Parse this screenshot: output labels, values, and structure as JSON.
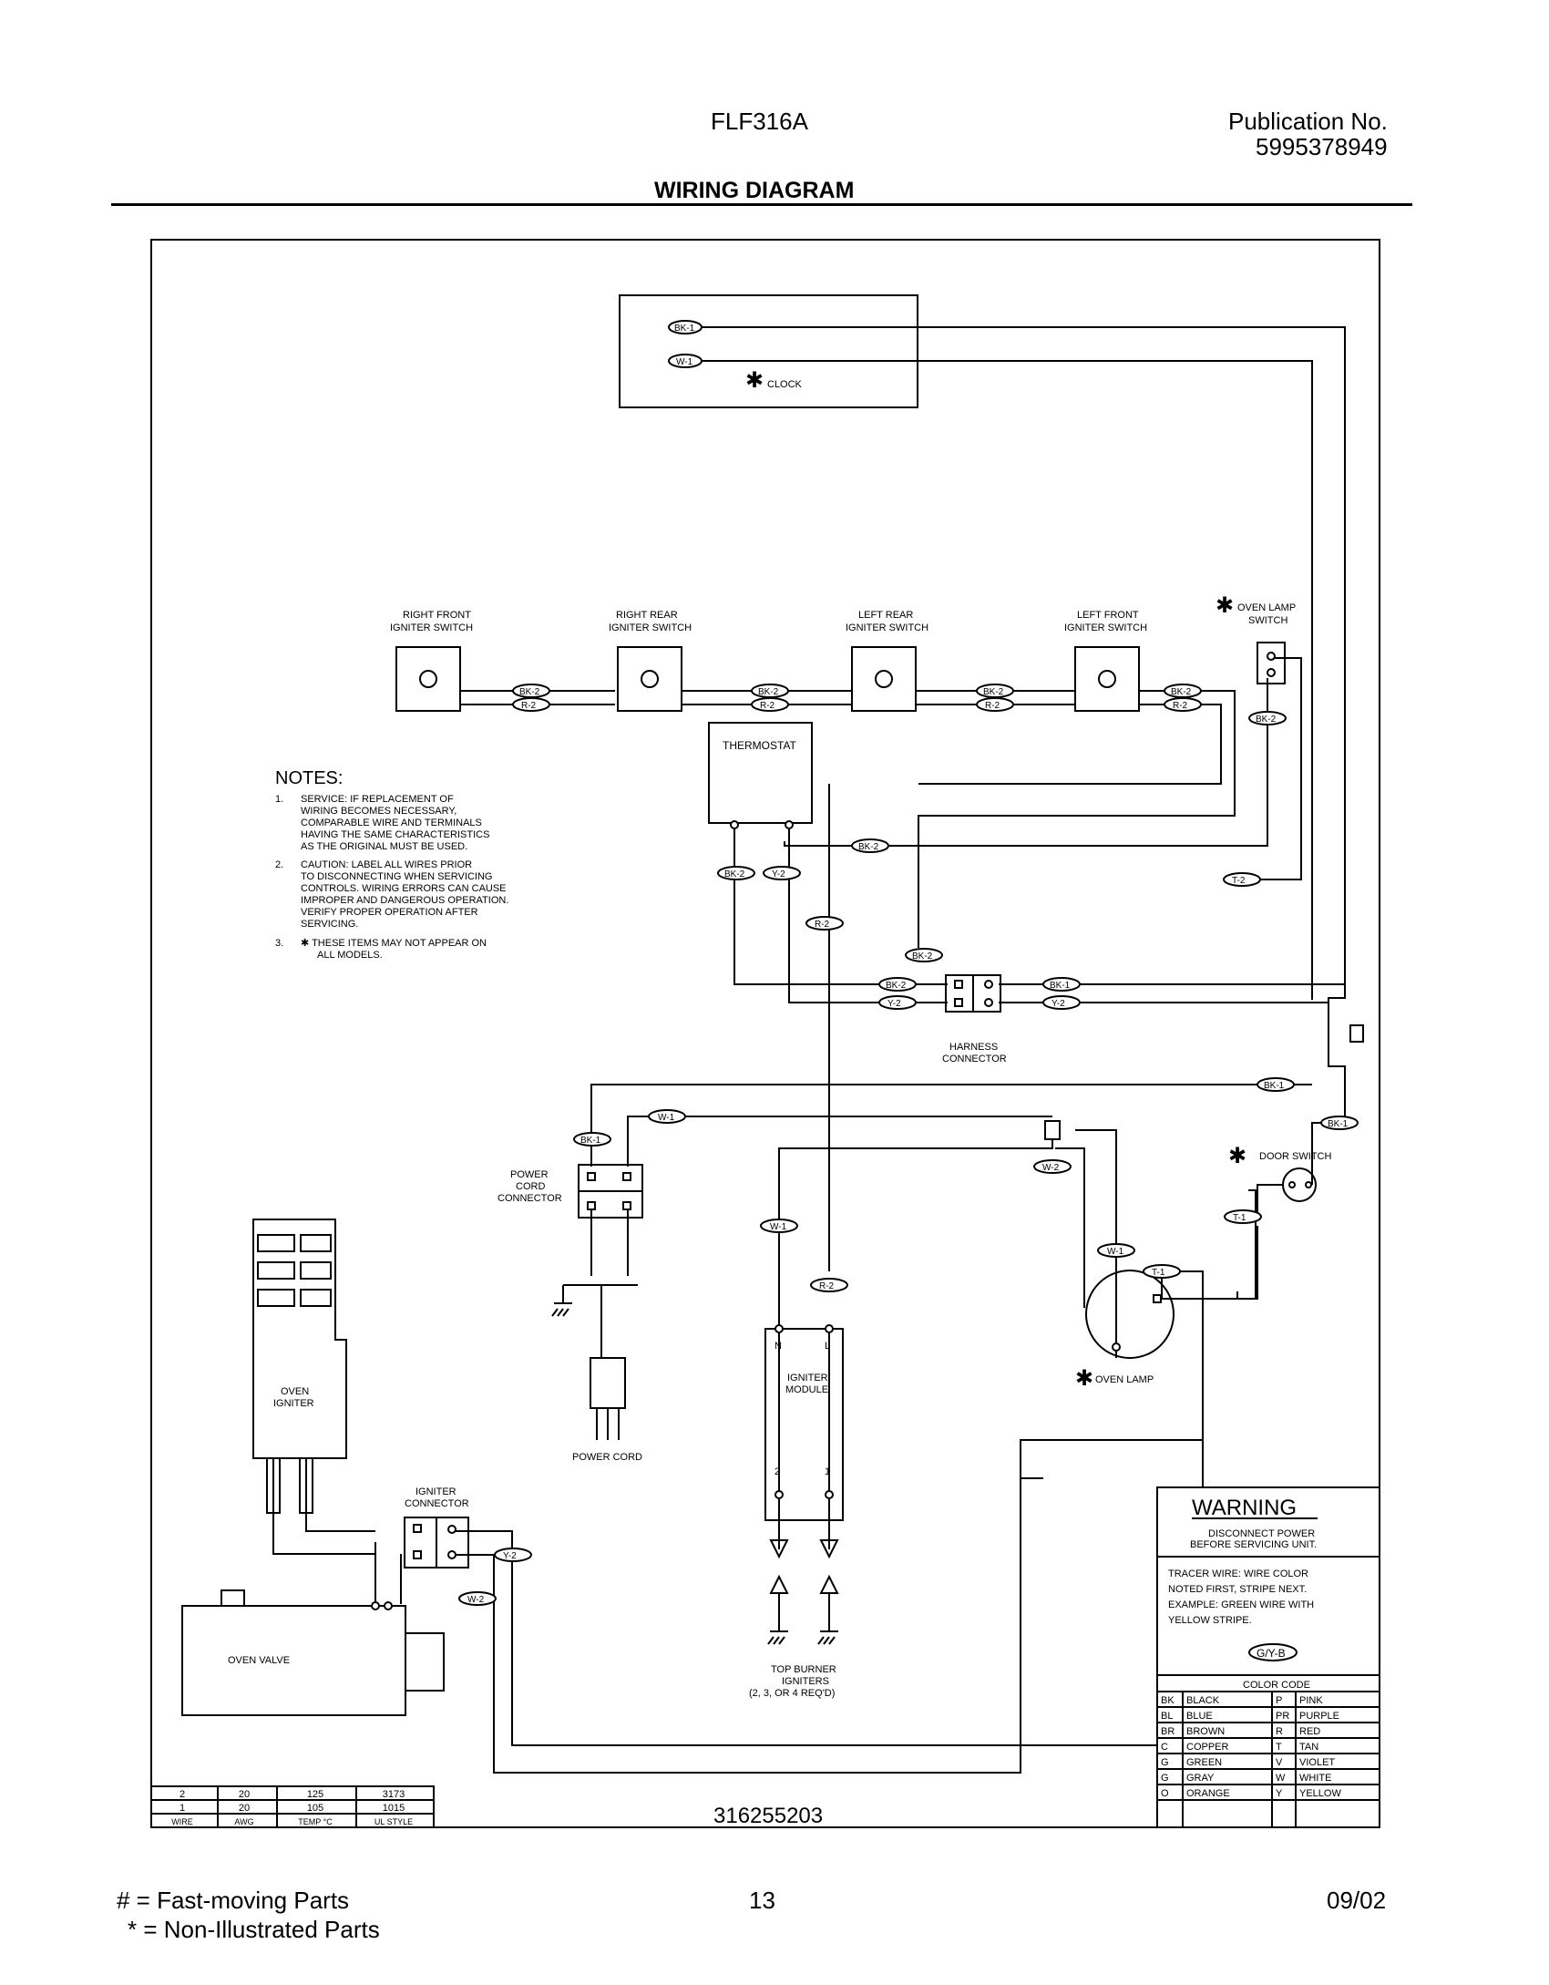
{
  "header": {
    "model": "FLF316A",
    "publication_label": "Publication No.",
    "publication_number": "5995378949",
    "title": "WIRING DIAGRAM"
  },
  "components": {
    "clock": "CLOCK",
    "right_front_1": "RIGHT FRONT",
    "right_front_2": "IGNITER SWITCH",
    "right_rear_1": "RIGHT REAR",
    "right_rear_2": "IGNITER SWITCH",
    "left_rear_1": "LEFT REAR",
    "left_rear_2": "IGNITER SWITCH",
    "left_front_1": "LEFT FRONT",
    "left_front_2": "IGNITER SWITCH",
    "oven_lamp_switch_1": "OVEN LAMP",
    "oven_lamp_switch_2": "SWITCH",
    "thermostat": "THERMOSTAT",
    "harness_1": "HARNESS",
    "harness_2": "CONNECTOR",
    "power_cord_conn_1": "POWER",
    "power_cord_conn_2": "CORD",
    "power_cord_conn_3": "CONNECTOR",
    "power_cord": "POWER CORD",
    "oven_igniter_1": "OVEN",
    "oven_igniter_2": "IGNITER",
    "igniter_conn_1": "IGNITER",
    "igniter_conn_2": "CONNECTOR",
    "oven_valve": "OVEN VALVE",
    "igniter_module_1": "IGNITER",
    "igniter_module_2": "MODULE",
    "module_n": "N",
    "module_l": "L",
    "module_2": "2",
    "module_1": "1",
    "top_burner_1": "TOP BURNER",
    "top_burner_2": "IGNITERS",
    "top_burner_3": "(2, 3, OR 4 REQ'D)",
    "door_switch": "DOOR SWITCH",
    "oven_lamp": "OVEN LAMP",
    "star": "✱"
  },
  "wires": {
    "bk1": "BK-1",
    "w1": "W-1",
    "bk2": "BK-2",
    "r2": "R-2",
    "y2": "Y-2",
    "t2": "T-2",
    "w2": "W-2",
    "t1": "T-1",
    "g_y_b": "G/Y-B"
  },
  "notes": {
    "title": "NOTES:",
    "n1_num": "1.",
    "n1": [
      "SERVICE:  IF REPLACEMENT OF",
      "WIRING BECOMES NECESSARY,",
      "COMPARABLE WIRE AND TERMINALS",
      "HAVING THE SAME CHARACTERISTICS",
      "AS THE ORIGINAL MUST BE USED."
    ],
    "n2_num": "2.",
    "n2": [
      "CAUTION:  LABEL ALL WIRES PRIOR",
      "TO DISCONNECTING WHEN SERVICING",
      "CONTROLS.  WIRING ERRORS CAN CAUSE",
      "IMPROPER AND DANGEROUS OPERATION.",
      "VERIFY PROPER OPERATION AFTER",
      "SERVICING."
    ],
    "n3_num": "3.",
    "n3": [
      "✱ THESE ITEMS MAY NOT APPEAR ON",
      "ALL MODELS."
    ]
  },
  "warning": {
    "title": "WARNING",
    "line1": "DISCONNECT POWER",
    "line2": "BEFORE SERVICING UNIT.",
    "tracer": [
      "TRACER WIRE:   WIRE COLOR",
      "NOTED FIRST, STRIPE NEXT.",
      "EXAMPLE:  GREEN WIRE WITH",
      "YELLOW STRIPE."
    ]
  },
  "color_code": {
    "title": "COLOR CODE",
    "rows": [
      [
        "BK",
        "BLACK",
        "P",
        "PINK"
      ],
      [
        "BL",
        "BLUE",
        "PR",
        "PURPLE"
      ],
      [
        "BR",
        "BROWN",
        "R",
        "RED"
      ],
      [
        "C",
        "COPPER",
        "T",
        "TAN"
      ],
      [
        "G",
        "GREEN",
        "V",
        "VIOLET"
      ],
      [
        "G",
        "GRAY",
        "W",
        "WHITE"
      ],
      [
        "O",
        "ORANGE",
        "Y",
        "YELLOW"
      ]
    ]
  },
  "wire_table": {
    "rows": [
      [
        "2",
        "20",
        "125",
        "3173"
      ],
      [
        "1",
        "20",
        "105",
        "1015"
      ]
    ],
    "headers": [
      "WIRE",
      "AWG",
      "TEMP °C",
      "UL STYLE"
    ]
  },
  "drawing_number": "316255203",
  "footer": {
    "legend1": "#  =  Fast-moving Parts",
    "legend2": "*   =  Non-Illustrated Parts",
    "page": "13",
    "date": "09/02"
  }
}
